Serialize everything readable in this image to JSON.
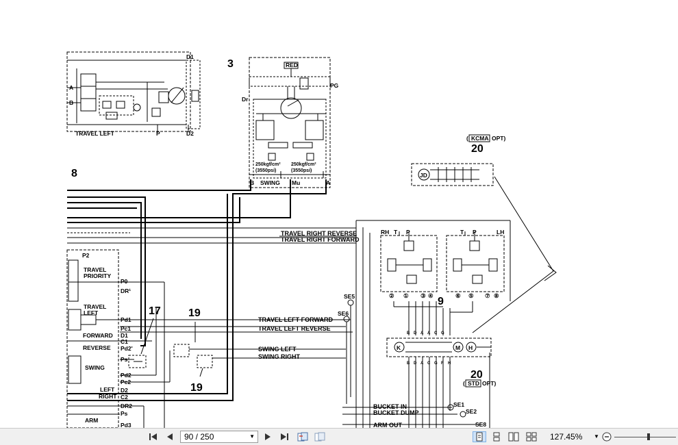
{
  "toolbar": {
    "page_value": "90 / 250",
    "zoom": "127.45%"
  },
  "diagram": {
    "labels": {
      "n3": "3",
      "red": "RED",
      "pg": "PG",
      "dr": "Dr",
      "d1": "D1",
      "d2": "D2",
      "a_left": "A",
      "b_left": "B",
      "p_left": "P",
      "travel_left_motor": "TRAVEL LEFT",
      "n8": "8",
      "pressure1": "250kgf/cm²",
      "pressure1b": "(3550psi)",
      "pressure2": "250kgf/cm²",
      "pressure2b": "(3550psi)",
      "b_swing": "B",
      "swing": "SWING",
      "mu": "Mu",
      "a_swing": "A",
      "kcma_box": "KCMA",
      "kcma_opt": "OPT)",
      "paren_open": "(",
      "n20_top": "20",
      "jd": "JD",
      "travel_right_reverse": "TRAVEL RIGHT REVERSE",
      "travel_right_forward": "TRAVEL RIGHT FORWARD",
      "rh": "RH",
      "t1": "T",
      "p1": "P",
      "t2": "T",
      "p2": "P",
      "lh": "LH",
      "p2_label": "P2",
      "travel_priority_1": "TRAVEL",
      "travel_priority_2": "PRIORITY",
      "p0": "P0",
      "dr1": "DR¹",
      "travel_left_1": "TRAVEL",
      "travel_left_2": "LEFT",
      "pd1": "Pd1",
      "pc1": "Pc1",
      "forward": "FORWARD",
      "d1_b": "D1",
      "c1": "C1",
      "reverse": "REVERSE",
      "pd2p": "Pd2'",
      "ps": "Ps",
      "swing_valve": "SWING",
      "pd2": "Pd2",
      "pc2": "Pc2",
      "left": "LEFT",
      "d2_b": "D2",
      "right": "RIGHT",
      "c2": "C2",
      "dr2": "DR2",
      "ps2": "Ps",
      "arm": "ARM",
      "pd3": "Pd3",
      "n17": "17",
      "n19_top": "19",
      "n19_bottom": "19",
      "travel_left_forward": "TRAVEL LEFT FORWARD",
      "travel_left_reverse": "TRAVEL LEFT REVERSE",
      "swing_left": "SWING LEFT",
      "swing_right": "SWING RIGHT",
      "se5": "SE5",
      "se6": "SE6",
      "n9": "9",
      "c2n": "②",
      "c1n": "①",
      "c3n": "③",
      "c4n": "④",
      "c6n": "⑥",
      "c5n": "⑤",
      "c7n": "⑦",
      "c8n": "⑧",
      "k": "K",
      "m": "M",
      "h": "H",
      "n20_bottom": "20",
      "std_box": "STD",
      "std_opt": "OPT)",
      "bucket_in": "BUCKET IN",
      "bucket_dump": "BUCKET DUMP",
      "arm_out": "ARM OUT",
      "se1": "SE1",
      "se2": "SE2",
      "se8": "SE8",
      "port_b1": "B",
      "port_d1": "D",
      "port_a1": "A",
      "port_a2": "A",
      "port_c1": "C",
      "port_g1": "G",
      "port_b2": "B",
      "port_d2": "D",
      "port_a3": "A",
      "port_c2": "C",
      "port_g2": "G",
      "port_f1": "F",
      "port_h1": "H"
    }
  }
}
